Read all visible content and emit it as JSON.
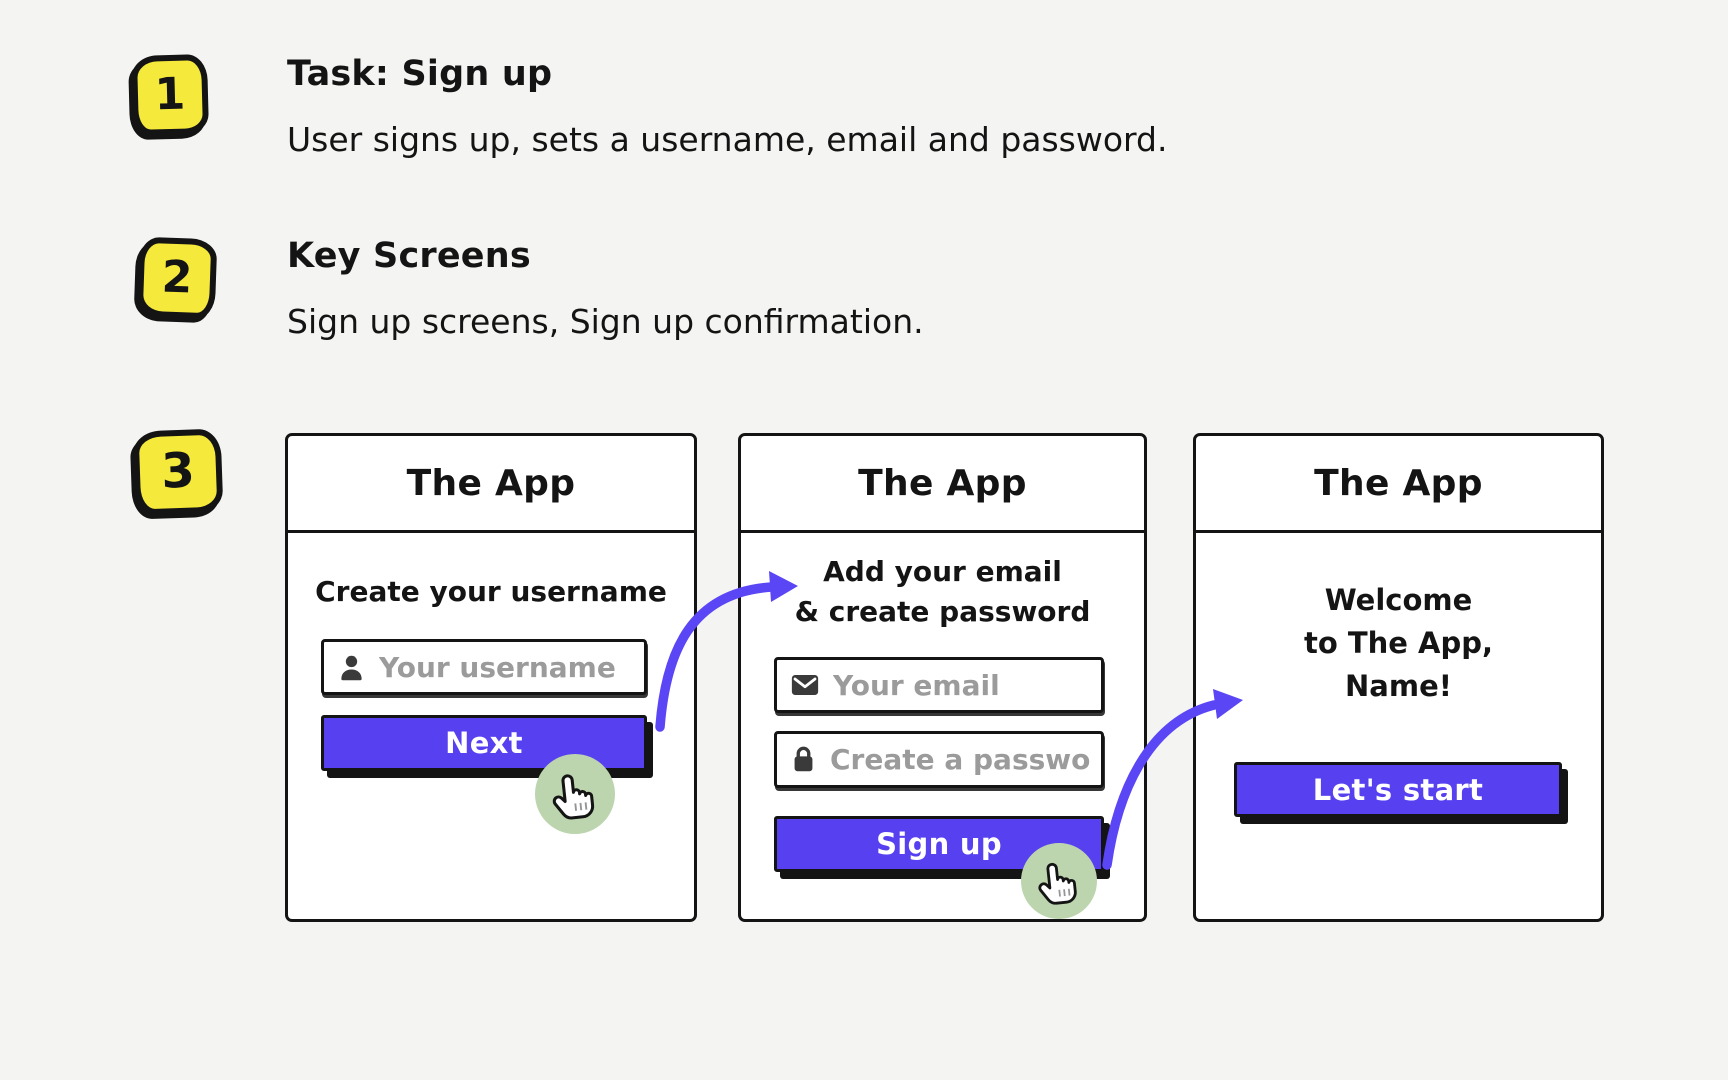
{
  "colors": {
    "background": "#f4f4f2",
    "ink": "#141414",
    "accent_purple": "#5740ef",
    "arrow_purple": "#5b46f5",
    "badge_yellow": "#f5ea3b",
    "cursor_circle_green": "#bcd5ae",
    "placeholder_gray": "#9b9b9b",
    "icon_dark_gray": "#3a3a3a"
  },
  "steps": [
    {
      "number": "1",
      "title": "Task: Sign up",
      "description": "User signs up, sets a username, email and password."
    },
    {
      "number": "2",
      "title": "Key Screens",
      "description": "Sign up screens, Sign up confirmation."
    },
    {
      "number": "3"
    }
  ],
  "screens": [
    {
      "app_title": "The App",
      "caption_lines": [
        "Create your username"
      ],
      "fields": [
        {
          "icon": "user-icon",
          "placeholder": "Your username"
        }
      ],
      "button_label": "Next",
      "cursor": "pointer-hand-click"
    },
    {
      "app_title": "The App",
      "caption_lines": [
        "Add your email",
        "& create password"
      ],
      "fields": [
        {
          "icon": "mail-icon",
          "placeholder": "Your email"
        },
        {
          "icon": "lock-icon",
          "placeholder": "Create a password"
        }
      ],
      "button_label": "Sign up",
      "cursor": "pointer-hand-click"
    },
    {
      "app_title": "The App",
      "caption_lines": [
        "Welcome",
        "to The App,",
        "Name!"
      ],
      "button_label": "Let's start"
    }
  ]
}
